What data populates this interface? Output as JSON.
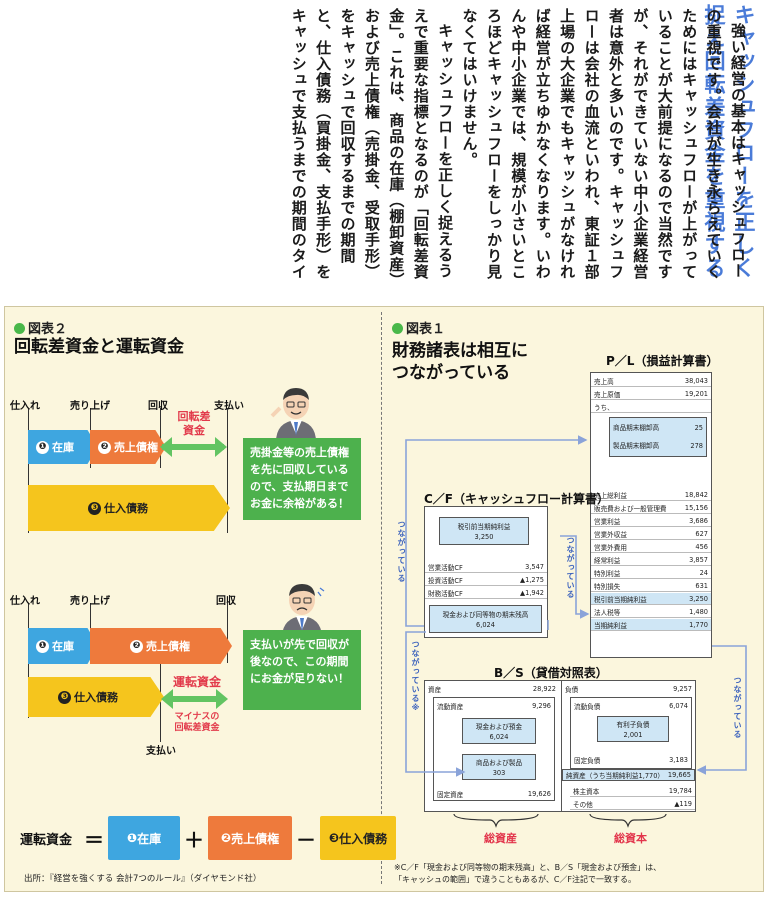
{
  "article": {
    "title": "キャッシュフローを正しく捉え回転差資金を重視する",
    "paragraphs": [
      "強い経営の基本はキャッシュフローの重視です。会社が生き永らえていくためにはキャッシュフローが上がっていることが大前提になるので当然ですが、それができていない中小企業経営者は意外と多いのです。キャッシュフローは会社の血流といわれ、東証１部上場の大企業でもキャッシュがなければ経営が立ちゆかなくなります。いわんや中小企業では、規模が小さいところほどキャッシュフローをしっかり見なくてはいけません。",
      "キャッシュフローを正しく捉えるうえで重要な指標となるのが「回転差資金」。これは、商品の在庫（棚卸資産）および売上債権（売掛金、受取手形）をキャッシュで回収するまでの期間と、仕入債務（買掛金、支払手形）をキャッシュで支払うまでの期間のタイムラグによって生じる、一時的な余剰資金のことです。たとえば、商品を仕入れて支払うま"
    ]
  },
  "fig2": {
    "label": "図表２",
    "title": "回転差資金と運転資金",
    "top": {
      "ticks": [
        "仕入れ",
        "売り上げ",
        "回収",
        "支払い"
      ],
      "inventory": "在庫",
      "receivable": "売上債権",
      "payable": "仕入債務",
      "diff_label": "回転差\n資金",
      "bubble": "売掛金等の売上債権を先に回収しているので、支払期日までお金に余裕がある！"
    },
    "bottom": {
      "ticks": [
        "仕入れ",
        "売り上げ",
        "回収",
        "支払い"
      ],
      "inventory": "在庫",
      "receivable": "売上債権",
      "payable": "仕入債務",
      "working_label": "運転資金",
      "negative_label": "マイナスの\n回転差資金",
      "bubble": "支払いが先で回収が後なので、この期間にお金が足りない！"
    },
    "formula": {
      "lhs": "運転資金",
      "eq": "＝",
      "plus": "＋",
      "minus": "－",
      "t1": "在庫",
      "t2": "売上債権",
      "t3": "仕入債務"
    },
    "numerals": [
      "❶",
      "❷",
      "❸"
    ],
    "source": "出所：『経営を強くする 会計7つのルール』（ダイヤモンド社）"
  },
  "fig1": {
    "label": "図表１",
    "title": "財務諸表は相互に\nつながっている",
    "pl": {
      "title": "P／L（損益計算書）",
      "rows": [
        [
          "売上高",
          "38,043"
        ],
        [
          "売上原価",
          "19,201"
        ],
        [
          "うち、",
          ""
        ],
        [
          "売上総利益",
          "18,842"
        ],
        [
          "販売費および一般管理費",
          "15,156"
        ],
        [
          "営業利益",
          "3,686"
        ],
        [
          "営業外収益",
          "627"
        ],
        [
          "営業外費用",
          "456"
        ],
        [
          "経常利益",
          "3,857"
        ],
        [
          "特別利益",
          "24"
        ],
        [
          "特別損失",
          "631"
        ],
        [
          "税引前当期純利益",
          "3,250"
        ],
        [
          "法人税等",
          "1,480"
        ],
        [
          "当期純利益",
          "1,770"
        ]
      ],
      "inner": [
        [
          "商品期末棚卸高",
          "25"
        ],
        [
          "製品期末棚卸高",
          "278"
        ]
      ]
    },
    "cf": {
      "title": "C／F（キャッシュフロー計算書）",
      "top_box": "税引前当期純利益\n3,250",
      "rows": [
        [
          "営業活動CF",
          "3,547"
        ],
        [
          "投資活動CF",
          "▲1,275"
        ],
        [
          "財務活動CF",
          "▲1,942"
        ]
      ],
      "bottom_box": "現金および同等物の期末残高\n6,024"
    },
    "bs": {
      "title": "B／S（貸借対照表）",
      "assets": [
        "資産",
        "28,922"
      ],
      "current_assets": [
        "流動資産",
        "9,296"
      ],
      "cash_box": "現金および預金\n6,024",
      "goods_box": "商品および製品\n303",
      "fixed_assets": [
        "固定資産",
        "19,626"
      ],
      "liabilities": [
        "負債",
        "9,257"
      ],
      "current_liab": [
        "流動負債",
        "6,074"
      ],
      "loan_box": "有利子負債\n2,001",
      "fixed_liab": [
        "固定負債",
        "3,183"
      ],
      "net_assets": [
        "純資産（うち当期純利益1,770）",
        "19,665"
      ],
      "capital": [
        "株主資本",
        "19,784"
      ],
      "other": [
        "その他",
        "▲119"
      ],
      "total_assets_label": "総資産",
      "total_capital_label": "総資本"
    },
    "links": [
      "つながっている",
      "つながっている",
      "つながっている※",
      "つながっている"
    ],
    "note": "※C／F「現金および同等物の期末残高」と、B／S「現金および預金」は、\n「キャッシュの範囲」で違うこともあるが、C／F注記で一致する。"
  }
}
